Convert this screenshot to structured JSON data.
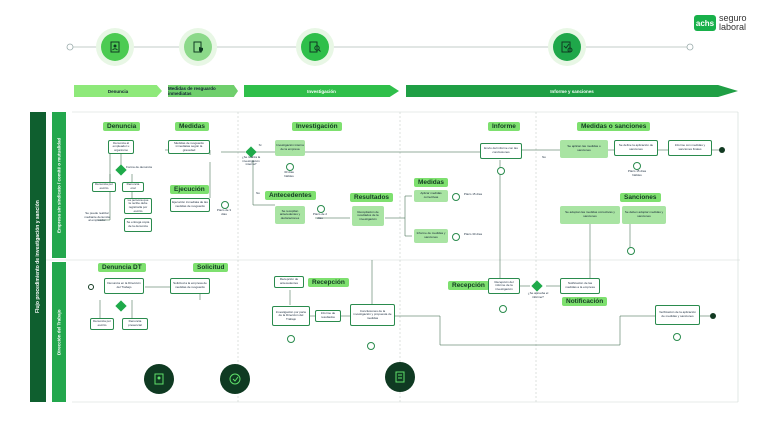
{
  "logo": {
    "mark": "achs",
    "line1": "seguro",
    "line2": "laboral"
  },
  "colors": {
    "dark_green": "#0f5f2f",
    "green": "#1faa4a",
    "light_green": "#7ee06f",
    "pale_green": "#a9e4a3"
  },
  "phases": [
    "Denuncia",
    "Medidas de resguardo inmediatas",
    "Investigación",
    "Informe y sanciones"
  ],
  "icons": [
    "document-person-icon",
    "shield-document-icon",
    "search-document-icon",
    "inspection-icon"
  ],
  "title": "Flujo procedimiento de investigación y sanción",
  "lanes": [
    "Empresa sin sindicato / comité o mutualidad",
    "Dirección del Trabajo"
  ],
  "tags": {
    "denuncia": "Denuncia",
    "medidas1": "Medidas",
    "investigacion": "Investigación",
    "informe": "Informe",
    "medidas_sanciones": "Medidas o sanciones",
    "ejecucion": "Ejecución",
    "antecedentes": "Antecedentes",
    "resultados": "Resultados",
    "medidas2": "Medidas",
    "sanciones": "Sanciones",
    "denuncia_dt": "Denuncia DT",
    "solicitud": "Solicitud",
    "recepcion1": "Recepción",
    "recepcion2": "Recepción",
    "notificacion": "Notificación"
  },
  "boxes": {
    "d1": "Denuncia al empleador u organismo",
    "d2": "Denuncia por escrito",
    "d3": "Denuncia oral",
    "d4": "La persona que la recibe debe registrarla por escrito",
    "d5": "Se entrega copia de la denuncia",
    "m1": "Medidas de resguardo inmediatas según la gravedad",
    "e1": "Ejecución inmediata de las medidas de resguardo",
    "i1": "Investigación interna de la empresa",
    "a1": "Se recopilan antecedentes y declaraciones",
    "r1": "Recopilación de resultados de la investigación",
    "me1": "Aplicar medidas correctivas",
    "me2": "Informe de medidas y sanciones",
    "inf1": "Envío del informe con las conclusiones",
    "ms1": "Se aplican las medidas o sanciones",
    "ms2": "Se define la aplicación de sanciones",
    "ms3": "Informe con medidas y sanciones finales",
    "s1": "Se adoptan las medidas correctivas y sanciones",
    "s2": "Se deben adoptar medidas y sanciones",
    "dt1": "Denuncia en la Dirección del Trabajo",
    "dt2": "Denuncia por escrito",
    "dt3": "Denuncia presencial",
    "so1": "Solicitud a la empresa de medidas de resguardo",
    "rc1": "Recepción de antecedentes",
    "rc2": "Investigación por parte de la Dirección del Trabajo",
    "rc3": "Informe de resultados",
    "rc4": "Conclusiones de la investigación y propuesta de medidas",
    "rp1": "Recepción del informe de la investigación",
    "nt1": "Notificación de las medidas a la empresa",
    "fin": "Verificación de la aplicación de medidas y sanciones"
  },
  "decisions": {
    "q1": "¿Se realiza la investigación interna?",
    "q2": "¿Se aprueba el informe?"
  },
  "notes": {
    "n1": "Forma de denuncia",
    "n2": "Se puede realizar mediante denuncia al empleador",
    "n3": "Plazo de 3 días",
    "n4": "30 días hábiles",
    "n5": "Plazo de 2 días",
    "n6": "Plazo 15 días",
    "n7": "Plazo 30 días",
    "n8": "Plazo 15 días hábiles"
  },
  "branch": {
    "si": "Sí",
    "no": "No"
  }
}
